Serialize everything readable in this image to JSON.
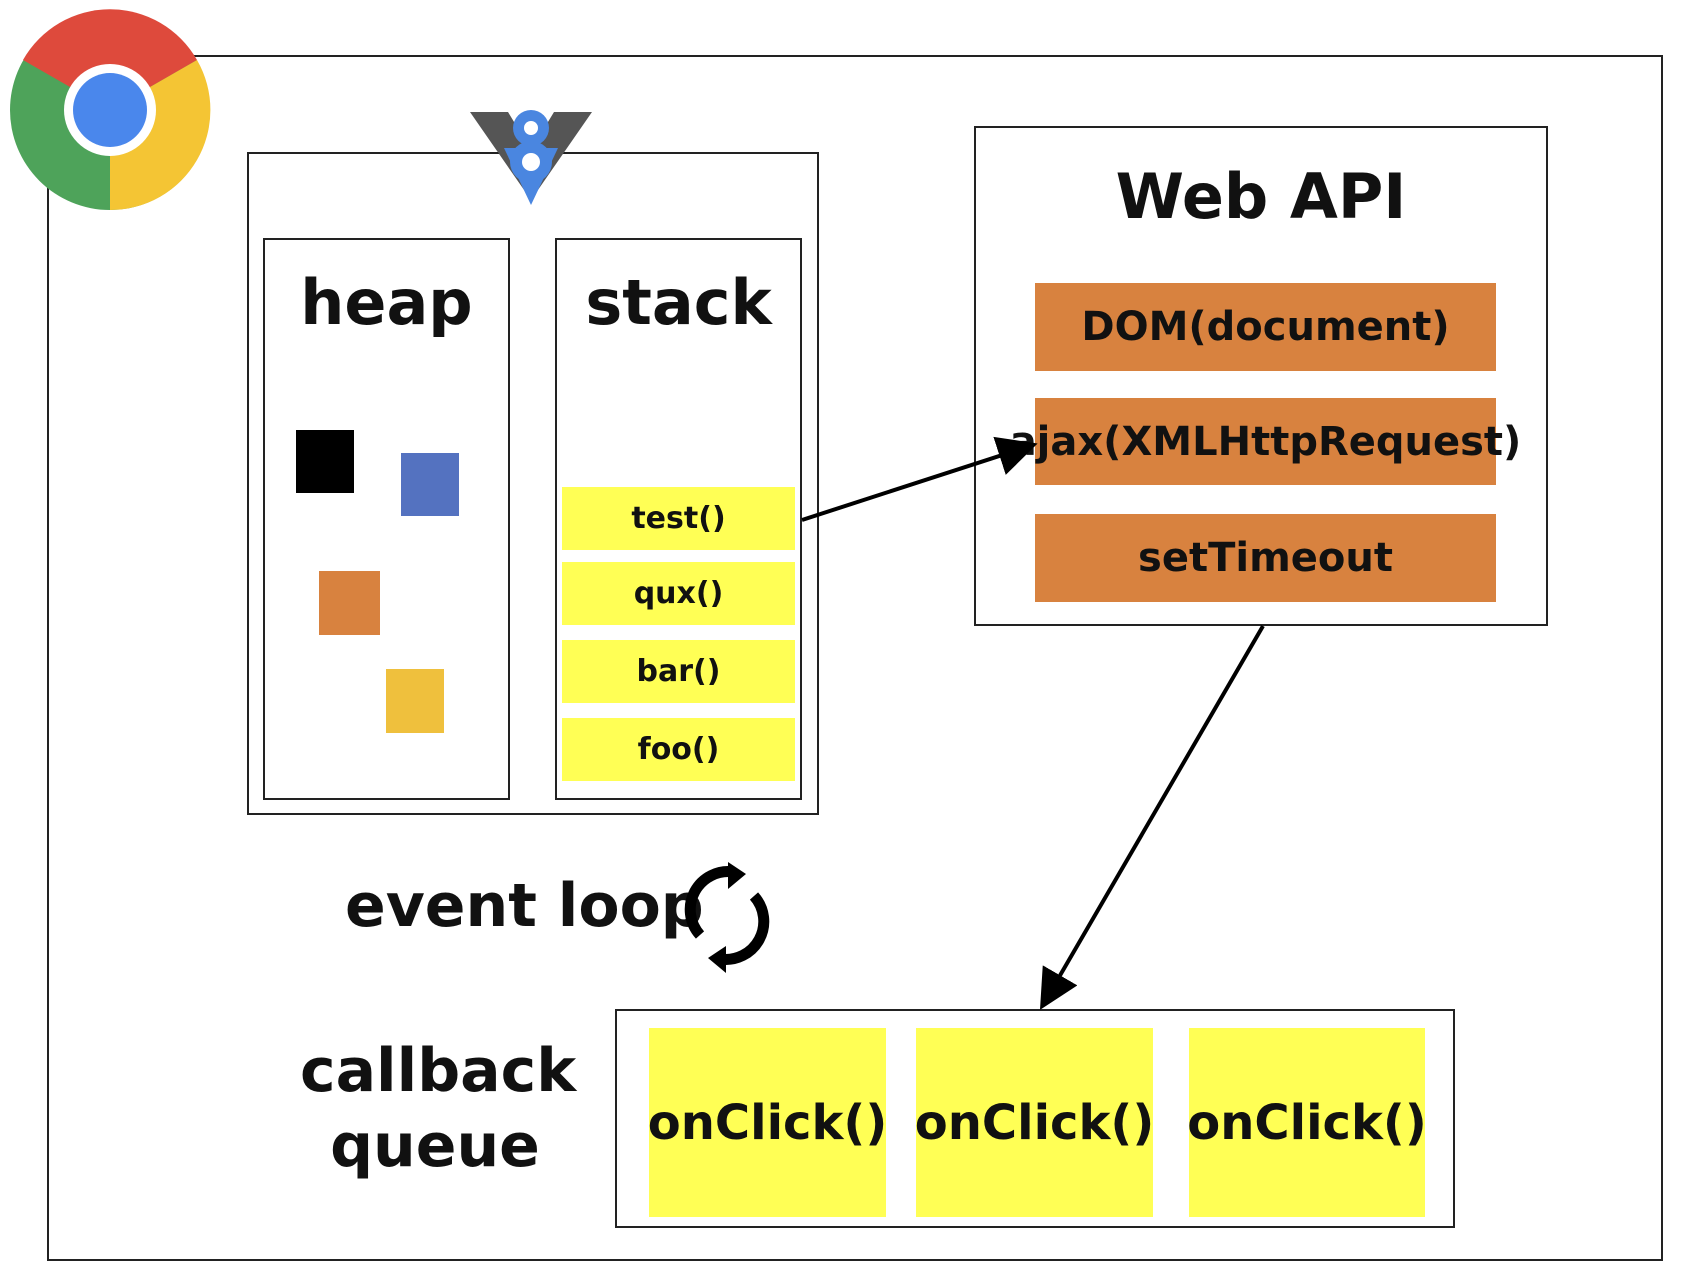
{
  "engine": {
    "heap_title": "heap",
    "stack_title": "stack",
    "stack_frames": [
      "test()",
      "qux()",
      "bar()",
      "foo()"
    ],
    "heap_colors": [
      "#000000",
      "#5472c0",
      "#d8823f",
      "#efc03d"
    ]
  },
  "web_api": {
    "title": "Web API",
    "items": [
      "DOM(document)",
      "ajax(XMLHttpRequest)",
      "setTimeout"
    ]
  },
  "event_loop": {
    "label": "event loop"
  },
  "callback_queue": {
    "label_line1": "callback",
    "label_line2": "queue",
    "items": [
      "onClick()",
      "onClick()",
      "onClick()"
    ]
  },
  "colors": {
    "stack_frame": "#ffff55",
    "web_api_item": "#d8823f",
    "callback": "#ffff55",
    "v8_blue": "#4a86e0",
    "v8_gray": "#555555"
  }
}
